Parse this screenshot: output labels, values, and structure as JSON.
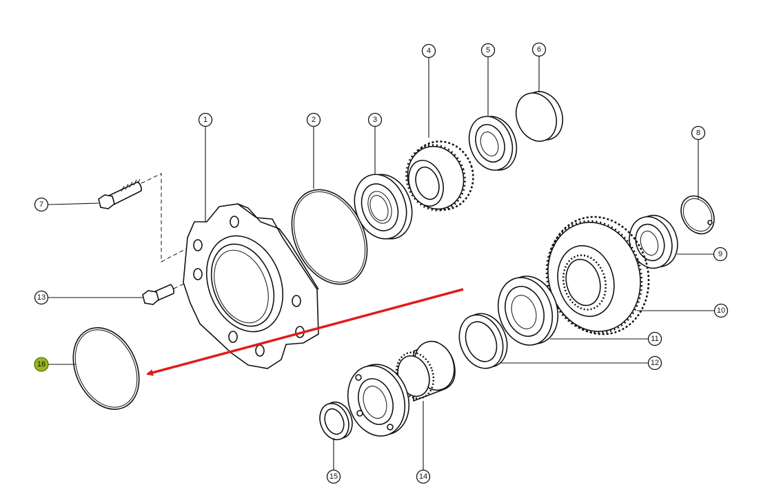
{
  "diagram": {
    "callouts": [
      {
        "id": "callout-1",
        "label": "1"
      },
      {
        "id": "callout-2",
        "label": "2"
      },
      {
        "id": "callout-3",
        "label": "3"
      },
      {
        "id": "callout-4",
        "label": "4"
      },
      {
        "id": "callout-5",
        "label": "5"
      },
      {
        "id": "callout-6",
        "label": "6"
      },
      {
        "id": "callout-7",
        "label": "7"
      },
      {
        "id": "callout-8",
        "label": "8"
      },
      {
        "id": "callout-9",
        "label": "9"
      },
      {
        "id": "callout-10",
        "label": "10"
      },
      {
        "id": "callout-11",
        "label": "11"
      },
      {
        "id": "callout-12",
        "label": "12"
      },
      {
        "id": "callout-13",
        "label": "13"
      },
      {
        "id": "callout-14",
        "label": "14"
      },
      {
        "id": "callout-15",
        "label": "15"
      },
      {
        "id": "callout-16",
        "label": "16",
        "highlighted": true
      }
    ],
    "colors": {
      "highlight": "#97b61c",
      "arrow": "#e11b1b",
      "line": "#111111"
    },
    "arrow_points_to": "16"
  }
}
